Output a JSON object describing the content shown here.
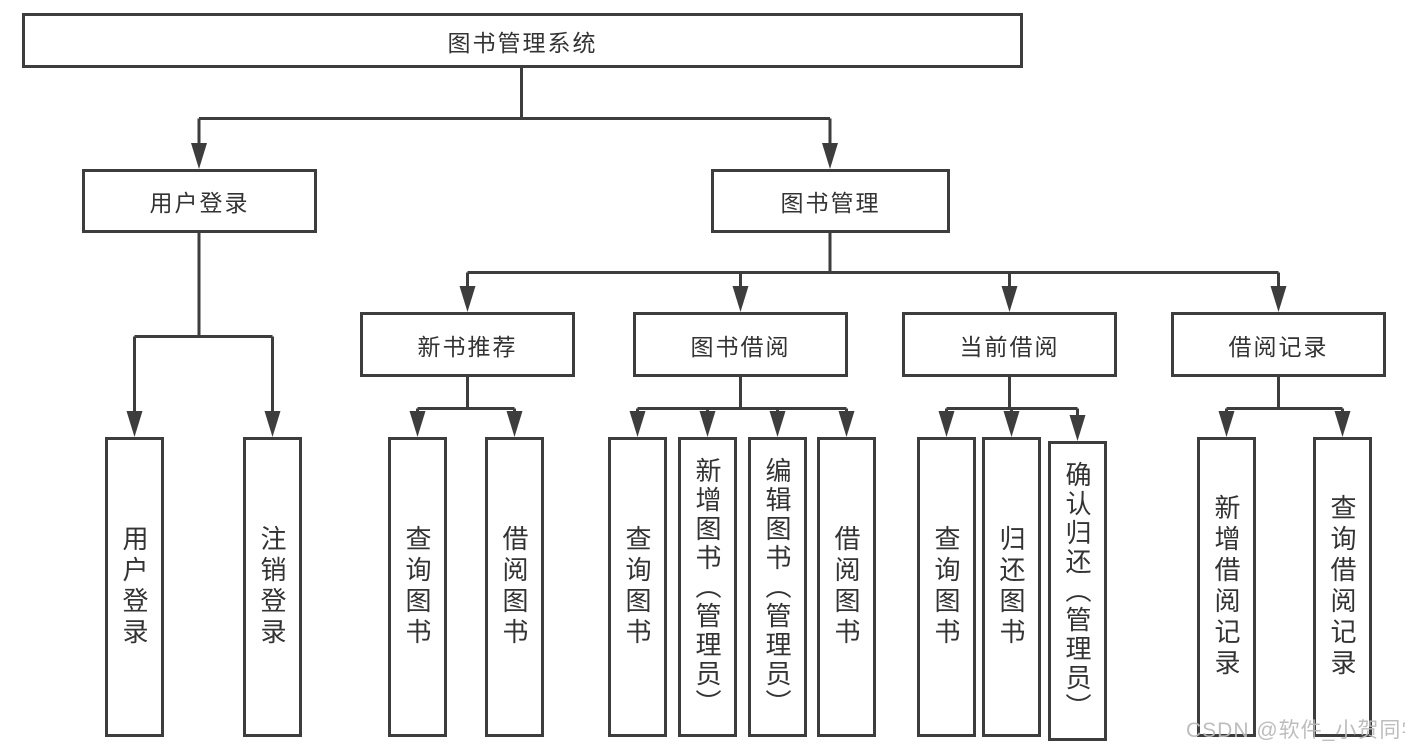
{
  "diagram": {
    "root": {
      "label": "图书管理系统"
    },
    "level2": [
      {
        "label": "用户登录"
      },
      {
        "label": "图书管理"
      }
    ],
    "level3": [
      {
        "label": "新书推荐"
      },
      {
        "label": "图书借阅"
      },
      {
        "label": "当前借阅"
      },
      {
        "label": "借阅记录"
      }
    ],
    "leaves": {
      "login": [
        {
          "label": "用户登录"
        },
        {
          "label": "注销登录"
        }
      ],
      "recommend": [
        {
          "label": "查询图书"
        },
        {
          "label": "借阅图书"
        }
      ],
      "borrow": [
        {
          "label": "查询图书"
        },
        {
          "label": "新增图书（管理员）"
        },
        {
          "label": "编辑图书（管理员）"
        },
        {
          "label": "借阅图书"
        }
      ],
      "current": [
        {
          "label": "查询图书"
        },
        {
          "label": "归还图书"
        },
        {
          "label": "确认归还（管理员）"
        }
      ],
      "records": [
        {
          "label": "新增借阅记录"
        },
        {
          "label": "查询借阅记录"
        }
      ]
    },
    "watermark": "CSDN @软件_小贺同学",
    "colors": {
      "line": "#3d3d3d",
      "border": "#3d3d3d",
      "text": "#333333",
      "watermark": "#b9b9b9",
      "background": "#ffffff"
    }
  }
}
